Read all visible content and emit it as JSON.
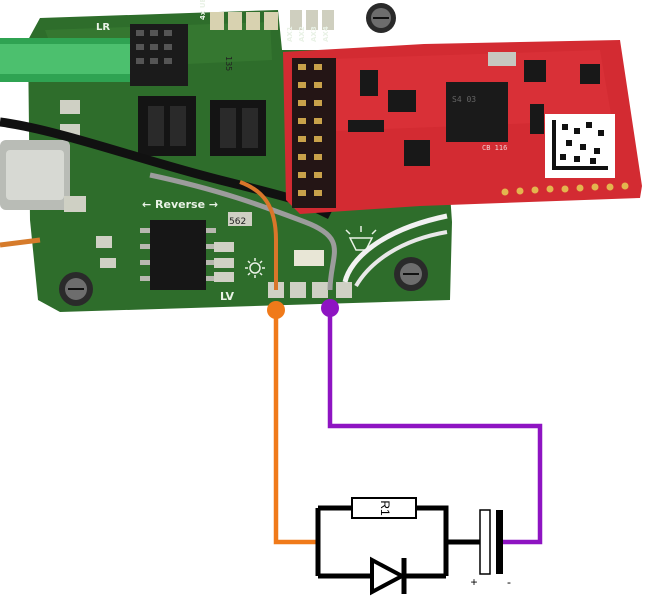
{
  "board": {
    "label_lr": "LR",
    "label_lv": "LV",
    "label_reverse": "← Reverse →",
    "label_562": "562",
    "label_135": "135",
    "label_4x_ub": "4x UB",
    "header_labels": [
      "AX1",
      "AX2",
      "AX3",
      "AX4"
    ]
  },
  "decoder": {
    "chip_text_1": "S4 03",
    "chip_text_2": "CB 116"
  },
  "schematic": {
    "resistor_label": "R1",
    "plus_label": "+",
    "minus_label": "-",
    "colors": {
      "orange_wire": "#f07a1a",
      "purple_wire": "#8e14c2",
      "black": "#000000",
      "pcb_green": "#2f6a2a",
      "decoder_red": "#d8272e"
    }
  }
}
